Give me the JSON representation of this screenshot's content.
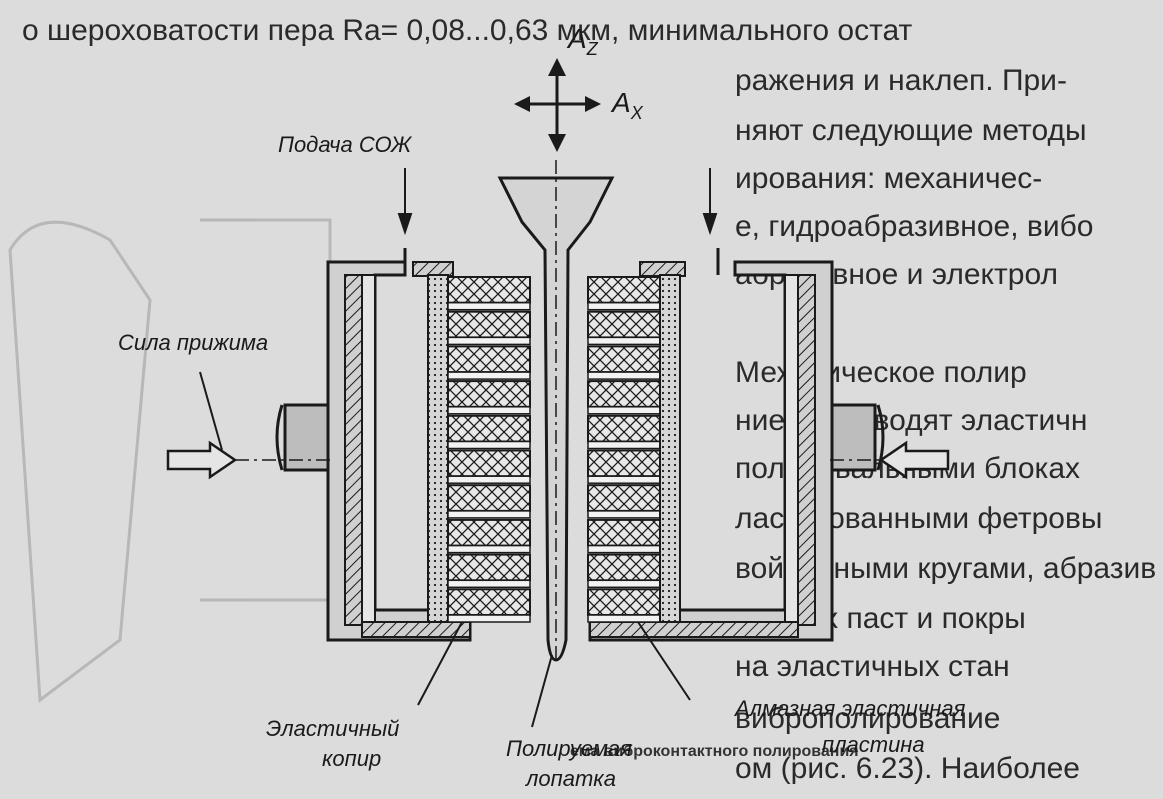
{
  "axes": {
    "z_label": "A",
    "z_sub": "Z",
    "x_label": "A",
    "x_sub": "X"
  },
  "labels": {
    "coolant_feed": "Подача СОЖ",
    "clamp_force": "Сила прижима",
    "elastic_copier_line1": "Эластичный",
    "elastic_copier_line2": "копир",
    "blade_line1": "Полируемая",
    "blade_line2": "лопатка",
    "diamond_plate_line1": "Алмазная эластичная",
    "diamond_plate_line2": "пластина"
  },
  "bleed_text": [
    "о шероховатости пера Ra= 0,08...0,63 мкм, минимального остат",
    "ражения и наклеп. При-",
    "няют следующие методы",
    "ирования: механичес-",
    "е, гидроабразивное, вибо",
    "абразивное и электрол",
    "Механическое полир",
    "ние производят эластичн",
    "полировальными блоках",
    "ластизованными фетровы",
    "войлочными кругами, абразив",
    "ных паст и покры",
    "на эластичных стан",
    "виброполирование",
    "ом (рис. 6.23). Наиболее"
  ],
  "bleed_caption": "ема виброконтактного полирования",
  "colors": {
    "ink": "#1a1a1a",
    "paper": "#dcdcdc",
    "ghost": "#9a9a9a"
  }
}
